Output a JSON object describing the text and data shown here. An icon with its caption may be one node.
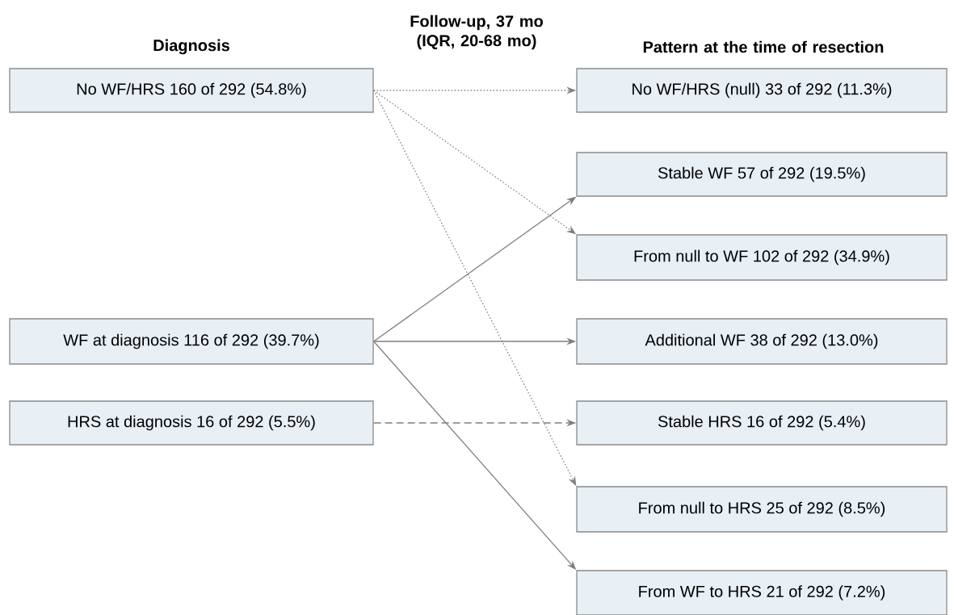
{
  "diagram": {
    "nodes": [
      {
        "text": [
          "No WF/HRS 160 of 292 (54.8%)"
        ]
      },
      {
        "text": [
          "WF at diagnosis 116 of 292 (39.7%)"
        ]
      },
      {
        "text": [
          "HRS at diagnosis 16 of 292 (5.5%)"
        ]
      },
      {
        "text": [
          "No WF/HRS (null) 33 of 292 (11.3%)"
        ]
      },
      {
        "text": [
          "Stable WF 57 of 292 (19.5%)"
        ]
      },
      {
        "text": [
          "From null to WF 102 of 292 (34.9%)"
        ]
      },
      {
        "text": [
          "Additional WF 38 of 292 (13.0%)"
        ]
      },
      {
        "text": [
          "Stable HRS 16 of 292 (5.4%)"
        ]
      },
      {
        "text": [
          "From null to HRS 25 of 292 (8.5%)"
        ]
      },
      {
        "text": [
          "From WF to HRS 21 of 292 (7.2%)"
        ]
      }
    ],
    "edges": [
      {
        "from": 0,
        "to": 3,
        "arrow": "to",
        "style": "dashed"
      },
      {
        "from": 0,
        "to": 5,
        "arrow": "to",
        "style": "dashed"
      },
      {
        "from": 0,
        "to": 8,
        "arrow": "to",
        "style": "dashed"
      },
      {
        "from": 1,
        "to": 4,
        "arrow": "to"
      },
      {
        "from": 1,
        "to": 6,
        "arrow": "to"
      },
      {
        "from": 1,
        "to": 9,
        "arrow": "to"
      },
      {
        "from": 2,
        "to": 7,
        "arrow": "to",
        "style": "dashed"
      }
    ],
    "labels": [
      "Diagnosis",
      "Follow-up, 37 mo (IQR, 20-68 mo)",
      "Pattern at the time of resection"
    ]
  }
}
